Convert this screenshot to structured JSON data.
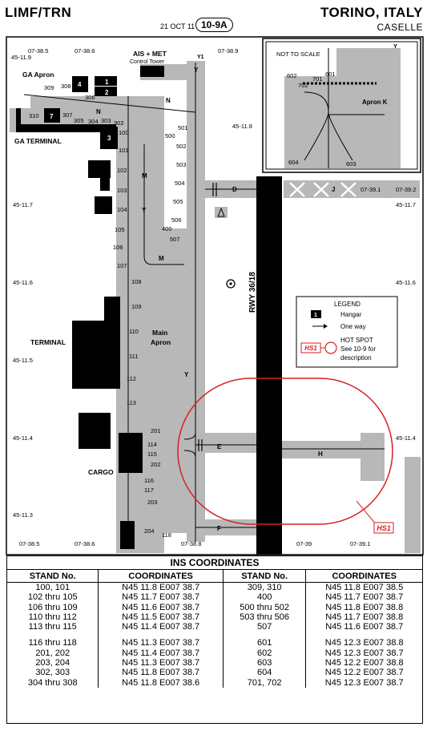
{
  "header": {
    "airport_code": "LIMF/TRN",
    "city": "TORINO, ITALY",
    "subcity": "CASELLE",
    "date": "21 OCT 11",
    "chart_id": "10-9A"
  },
  "map": {
    "lat_labels": [
      "45-11.9",
      "45-11.8",
      "45-11.7",
      "45-11.6",
      "45-11.5",
      "45-11.4",
      "45-11.3"
    ],
    "lon_top": [
      "07-38.5",
      "07-38.6",
      "07-38.9",
      "07-39.1",
      "07-39.2"
    ],
    "lon_bottom": [
      "07-38.5",
      "07-38.6",
      "07-38.8",
      "07-39",
      "07-39.1"
    ],
    "areas": {
      "ga_apron": "GA Apron",
      "ga_terminal": "GA TERMINAL",
      "ais_met": "AIS + MET",
      "control_tower": "Control Tower",
      "terminal": "TERMINAL",
      "main_apron_1": "Main",
      "main_apron_2": "Apron",
      "cargo": "CARGO",
      "runway": "RWY 36/18"
    },
    "taxiways": {
      "n": "N",
      "m": "M",
      "y": "Y",
      "y1": "Y1",
      "d": "D",
      "e": "E",
      "f": "F",
      "h": "H",
      "j": "J"
    },
    "hangars": [
      "1",
      "2",
      "3",
      "4",
      "7"
    ],
    "stands_ga": [
      "309",
      "308",
      "306",
      "310",
      "307",
      "305",
      "304",
      "303",
      "302"
    ],
    "stands_west": [
      "100",
      "101",
      "102",
      "103",
      "104",
      "105",
      "106",
      "107"
    ],
    "stands_east": [
      "501",
      "500",
      "502",
      "503",
      "504",
      "505",
      "506",
      "400",
      "507"
    ],
    "stands_main": [
      "108",
      "109",
      "110",
      "111",
      "112",
      "113"
    ],
    "stands_south": [
      "201",
      "114",
      "115",
      "202",
      "116",
      "117",
      "203",
      "204",
      "118"
    ],
    "inset": {
      "title": "NOT TO SCALE",
      "apron": "Apron K",
      "stands": [
        "602",
        "701",
        "601",
        "702",
        "604",
        "603"
      ],
      "taxiway": "Y"
    },
    "legend": {
      "title": "LEGEND",
      "hangar_symbol": "1",
      "hangar": "Hangar",
      "one_way": "One way",
      "hot_spot": "HOT SPOT",
      "hot_spot_desc_1": "See 10-9 for",
      "hot_spot_desc_2": "description",
      "hs_label": "HS1"
    },
    "hs_label": "HS1"
  },
  "table": {
    "title": "INS COORDINATES",
    "headers": [
      "STAND No.",
      "COORDINATES",
      "STAND No.",
      "COORDINATES"
    ],
    "rows": [
      [
        "100, 101",
        "N45 11.8  E007 38.7",
        "309, 310",
        "N45 11.8  E007 38.5"
      ],
      [
        "102 thru 105",
        "N45 11.7  E007 38.7",
        "400",
        "N45 11.7  E007 38.7"
      ],
      [
        "106 thru 109",
        "N45 11.6  E007 38.7",
        "500 thru 502",
        "N45 11.8  E007 38.8"
      ],
      [
        "110 thru 112",
        "N45 11.5  E007 38.7",
        "503 thru 506",
        "N45 11.7  E007 38.8"
      ],
      [
        "113 thru 115",
        "N45 11.4  E007 38.7",
        "507",
        "N45 11.6  E007 38.7"
      ],
      [
        "116 thru 118",
        "N45 11.3  E007 38.7",
        "601",
        "N45 12.3  E007 38.8"
      ],
      [
        "201, 202",
        "N45 11.4  E007 38.7",
        "602",
        "N45 12.3  E007 38.7"
      ],
      [
        "203, 204",
        "N45 11.3  E007 38.7",
        "603",
        "N45 12.2  E007 38.8"
      ],
      [
        "302, 303",
        "N45 11.8  E007 38.7",
        "604",
        "N45 12.2  E007 38.7"
      ],
      [
        "304 thru 308",
        "N45 11.8  E007 38.6",
        "701, 702",
        "N45 12.3  E007 38.7"
      ]
    ]
  },
  "colors": {
    "pavement": "#b8b8b8",
    "hotspot": "#d62020",
    "ink": "#000000"
  }
}
